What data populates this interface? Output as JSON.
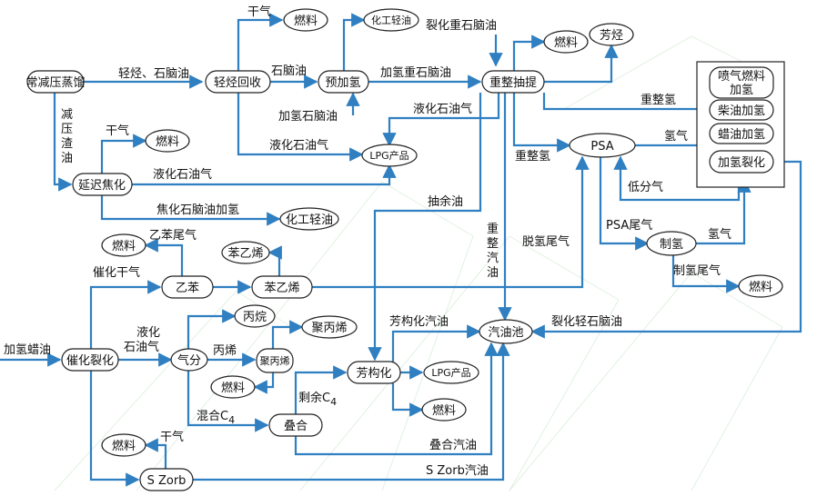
{
  "nodes": {
    "atm_vac_distill": "常减压蒸馏",
    "light_hc_recovery": "轻烃回收",
    "prehydro": "预加氢",
    "reform_extract": "重整抽提",
    "delayed_coking": "延迟焦化",
    "fuel_top1": "燃料",
    "chem_light_oil_top": "化工轻油",
    "fuel_top2": "燃料",
    "aromatics": "芳烃",
    "lpg_product_mid": "LPG产品",
    "fuel_coking": "燃料",
    "chem_light_oil_mid": "化工轻油",
    "psa": "PSA",
    "jet_fuel_hydro_line1": "喷气燃料",
    "jet_fuel_hydro_line2": "加氢",
    "diesel_hydro": "柴油加氢",
    "wax_oil_hydro": "蜡油加氢",
    "hydrocracking": "加氢裂化",
    "hydrogen_plant": "制氢",
    "fuel_hydrogen": "燃料",
    "ethylbenzene": "乙苯",
    "styrene": "苯乙烯",
    "styrene_top": "苯乙烯",
    "fuel_ethyl": "燃料",
    "fcc": "催化裂化",
    "gas_sep": "气分",
    "propane": "丙烷",
    "polypropylene": "聚丙烯",
    "propylene_node": "聚丙烯",
    "fuel_gas_sep": "燃料",
    "aromatization": "芳构化",
    "lpg_product_low": "LPG产品",
    "fuel_arom": "燃料",
    "gasoline_pool": "汽油池",
    "oligomerization": "叠合",
    "fuel_szorb": "燃料",
    "szorb": "S Zorb"
  },
  "labels": {
    "light_hc_naphtha": "轻烃、石脑油",
    "dry_gas_top": "干气",
    "naphtha": "石脑油",
    "hydro_heavy_naphtha": "加氢重石脑油",
    "cracked_heavy_naphtha": "裂化重石脑油",
    "hydro_naphtha": "加氢石脑油",
    "lpg_gas_reform": "液化石油气",
    "lpg_gas_light": "液化石油气",
    "vac_residue": [
      "减",
      "压",
      "渣",
      "油"
    ],
    "dry_gas_coking": "干气",
    "lpg_gas_coking": "液化石油气",
    "coking_naphtha_hydro": "焦化石脑油加氢",
    "reform_h2_top": "重整氢",
    "reform_h2": "重整氢",
    "hydrogen_gas": "氢气",
    "low_pressure_gas": "低分气",
    "raffinate": "抽余油",
    "reformate": [
      "重",
      "整",
      "汽",
      "油"
    ],
    "dehydro_tail_gas": "脱氢尾气",
    "psa_tail_gas": "PSA尾气",
    "hydrogen_gas2": "氢气",
    "hydrogen_plant_tail_gas": "制氢尾气",
    "ethylbenzene_tail_gas": "乙苯尾气",
    "fcc_dry_gas": "催化干气",
    "liquefied_line1": "液化",
    "liquefied_line2": "石油气",
    "hydro_wax_oil": "加氢蜡油",
    "propylene": "丙烯",
    "aromatized_gasoline": "芳构化汽油",
    "cracked_light_naphtha": "裂化轻石脑油",
    "mixed_c4": "混合C",
    "mixed_c4_sub": "4",
    "residual_c4": "剩余C",
    "residual_c4_sub": "4",
    "oligomer_gasoline": "叠合汽油",
    "dry_gas_szorb": "干气",
    "szorb_gasoline": "S Zorb汽油"
  },
  "colors": {
    "line": "#2f7fc1",
    "node_border": "#222222",
    "watermark": "#c9e6c9"
  }
}
